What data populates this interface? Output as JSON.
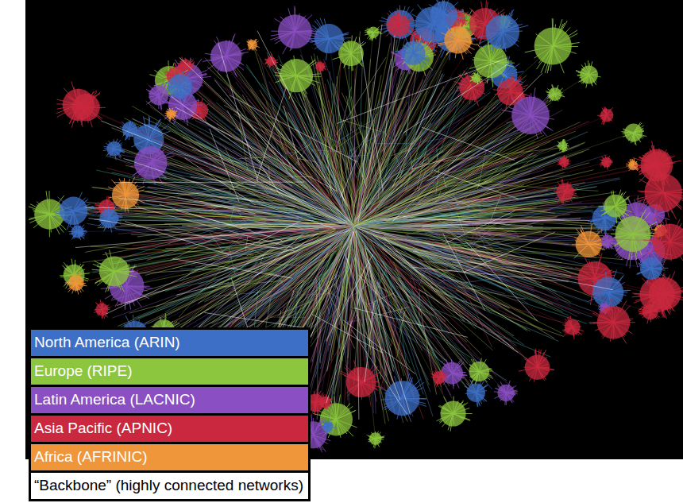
{
  "diagram": {
    "legend": [
      {
        "text": "North America (ARIN)",
        "color": "#3d6fc6"
      },
      {
        "text": "Europe (RIPE)",
        "color": "#8cc63f"
      },
      {
        "text": "Latin America (LACNIC)",
        "color": "#8a4fc2"
      },
      {
        "text": "Asia Pacific (APNIC)",
        "color": "#c9283e"
      },
      {
        "text": "Africa (AFRINIC)",
        "color": "#f0963a"
      },
      {
        "text": "“Backbone” (highly connected networks)",
        "color": "#ffffff"
      }
    ]
  }
}
